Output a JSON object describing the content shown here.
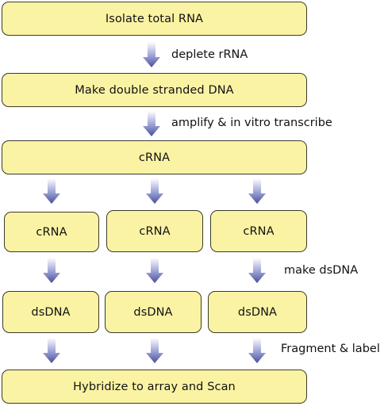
{
  "steps": {
    "isolate": "Isolate total RNA",
    "make_dsdna": "Make double stranded DNA",
    "crna_main": "cRNA",
    "crna_split": [
      "cRNA",
      "cRNA",
      "cRNA"
    ],
    "dsdna_split": [
      "dsDNA",
      "dsDNA",
      "dsDNA"
    ],
    "hybridize": "Hybridize to array and Scan"
  },
  "transitions": {
    "deplete": "deplete rRNA",
    "amplify": "amplify & in vitro transcribe",
    "make_dsdna": "make dsDNA",
    "fragment": "Fragment & label"
  },
  "colors": {
    "box_fill": "#fbf3a4",
    "box_border": "#3a3a2a",
    "arrow_top": "#ffffff",
    "arrow_bottom": "#4a4f9a"
  }
}
